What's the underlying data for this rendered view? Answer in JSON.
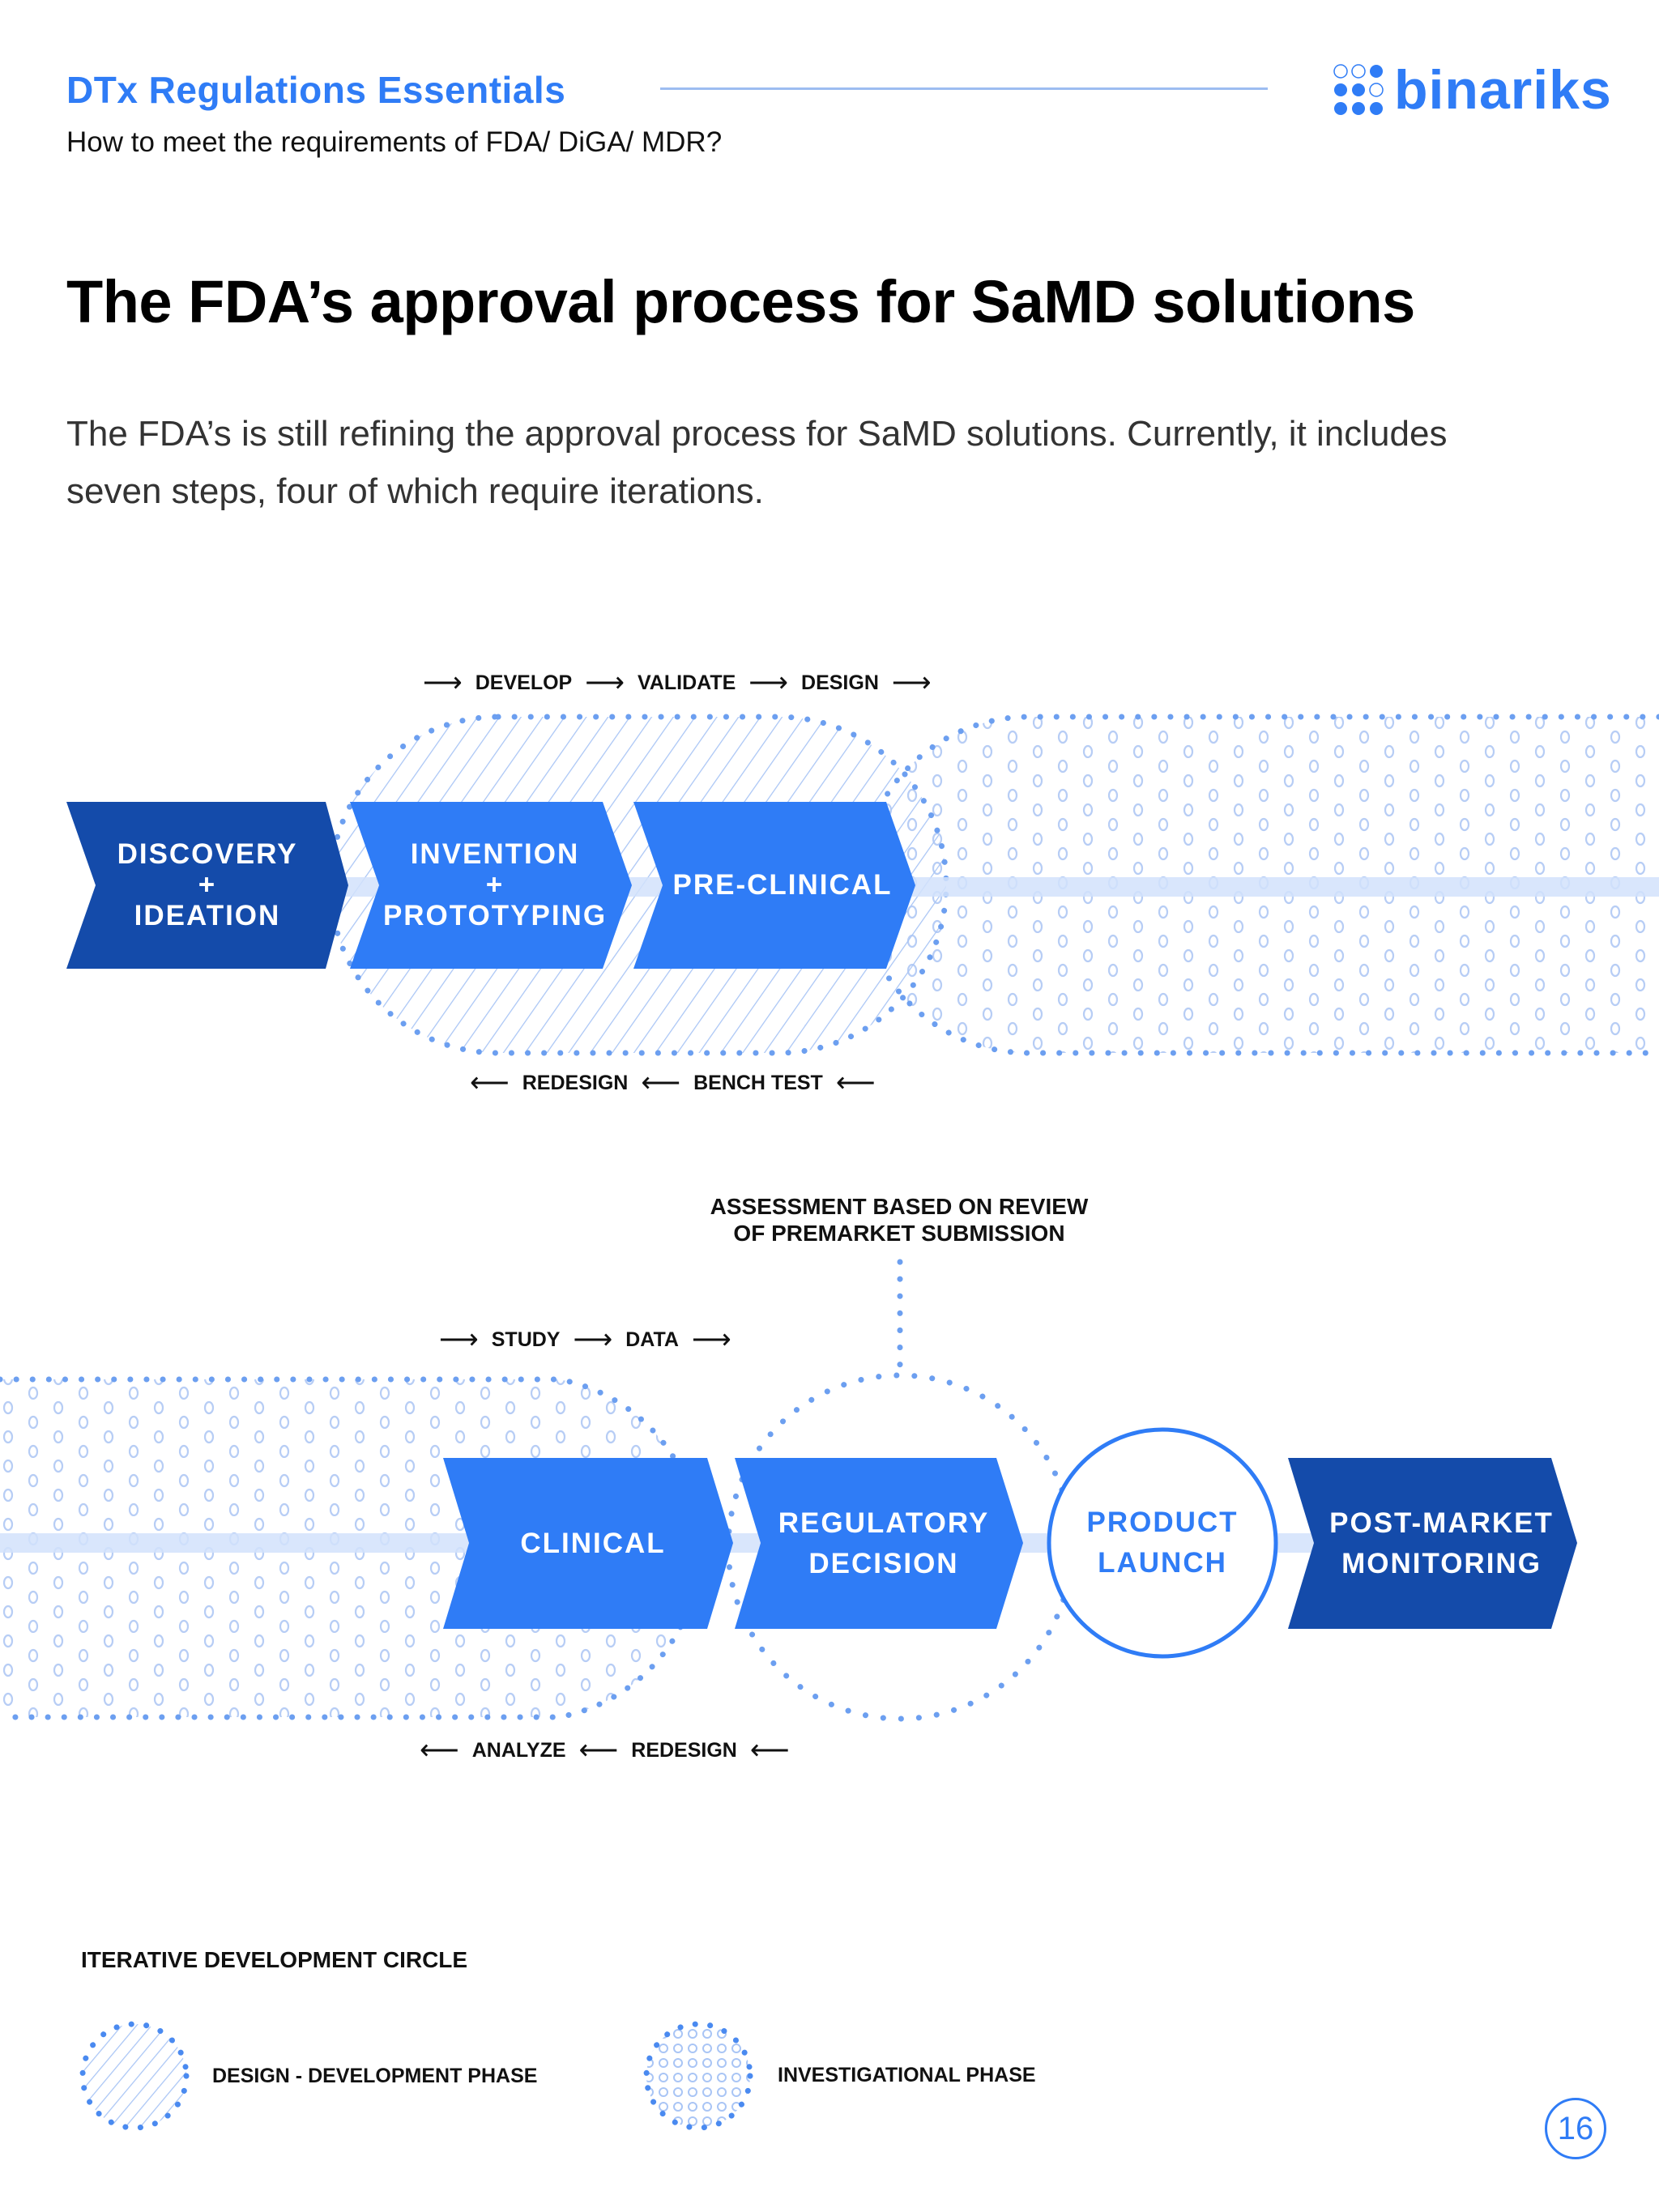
{
  "header": {
    "series_title": "DTx Regulations Essentials",
    "subtitle": "How to meet the requirements of FDA/ DiGA/ MDR?",
    "logo_text": "binariks",
    "logo_icon": "dot-grid-logo-icon"
  },
  "page": {
    "title": "The FDA’s approval process for SaMD solutions",
    "intro": "The FDA’s is still refining the approval process for SaMD solutions. Currently, it includes seven steps, four of which require iterations.",
    "number": "16"
  },
  "colors": {
    "accent": "#2F7CF6",
    "dark_step": "#144BAA",
    "light_step": "#2F7CF6",
    "track": "#D2E2FB",
    "pattern": "#A9C5F5",
    "dots": "#6C9FF0"
  },
  "diagram": {
    "row1": {
      "forward_loop": {
        "arrow": "⟶",
        "items": [
          "DEVELOP",
          "VALIDATE",
          "DESIGN"
        ]
      },
      "backward_loop": {
        "arrow": "⟵",
        "items": [
          "REDESIGN",
          "BENCH TEST"
        ]
      },
      "steps": [
        {
          "lines": [
            "DISCOVERY",
            "+",
            "IDEATION"
          ],
          "style": "dark"
        },
        {
          "lines": [
            "INVENTION",
            "+",
            "PROTOTYPING"
          ],
          "style": "light"
        },
        {
          "lines": [
            "PRE-CLINICAL"
          ],
          "style": "light"
        }
      ]
    },
    "row2": {
      "annotation": [
        "ASSESSMENT BASED ON REVIEW",
        "OF PREMARKET SUBMISSION"
      ],
      "forward_loop": {
        "arrow": "⟶",
        "items": [
          "STUDY",
          "DATA"
        ]
      },
      "backward_loop": {
        "arrow": "⟵",
        "items": [
          "ANALYZE",
          "REDESIGN"
        ]
      },
      "steps": [
        {
          "lines": [
            "CLINICAL"
          ],
          "style": "light"
        },
        {
          "lines": [
            "REGULATORY",
            "DECISION"
          ],
          "style": "light"
        },
        {
          "lines": [
            "PRODUCT",
            "LAUNCH"
          ],
          "style": "circle"
        },
        {
          "lines": [
            "POST-MARKET",
            "MONITORING"
          ],
          "style": "dark"
        }
      ]
    }
  },
  "legend": {
    "title": "ITERATIVE DEVELOPMENT CIRCLE",
    "items": [
      {
        "label": "DESIGN - DEVELOPMENT PHASE",
        "icon": "hatched-circle-icon"
      },
      {
        "label": "INVESTIGATIONAL PHASE",
        "icon": "ring-pattern-circle-icon"
      }
    ]
  }
}
